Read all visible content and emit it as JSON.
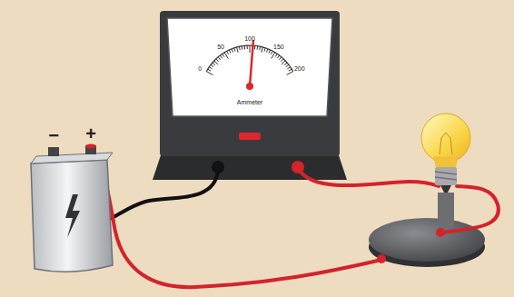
{
  "diagram": {
    "labels": [
      "−",
      "+",
      "0",
      "50",
      "100",
      "150",
      "200",
      "Ammeter"
    ]
  }
}
